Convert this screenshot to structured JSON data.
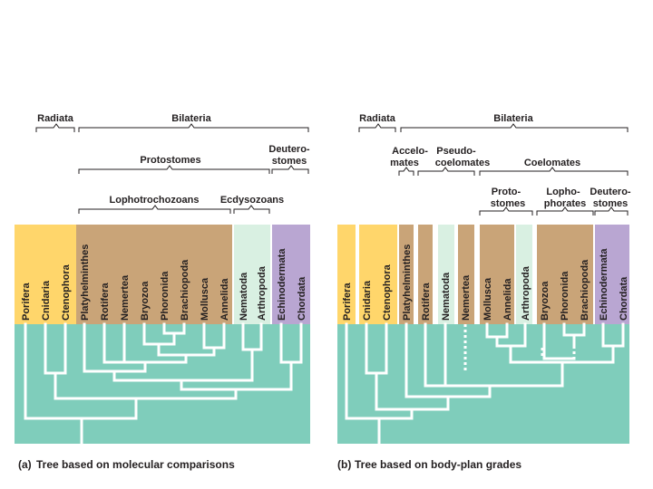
{
  "colors": {
    "background": "#ffffff",
    "tree_fill": "#7fcdbb",
    "branch": "#ffffff",
    "bracket": "#231f20",
    "text": "#231f20",
    "radiata_yellow": "#ffd66b",
    "lophotrochozoan_tan": "#c9a478",
    "ecdysozoan_mint": "#d9f0e2",
    "deuterostome_lavender": "#b9a6d2"
  },
  "panels": [
    {
      "caption_letter": "(a)",
      "caption_text": "Tree based on molecular comparisons",
      "headers": {
        "radiata": "Radiata",
        "bilateria": "Bilateria",
        "protostomes": "Protostomes",
        "deuterostomes": [
          "Deutero-",
          "stomes"
        ],
        "lophotrochozoans": "Lophotrochozoans",
        "ecdysozoans": "Ecdysozoans"
      },
      "taxa": [
        "Porifera",
        "Cnidaria",
        "Ctenophora",
        "Platyhelminthes",
        "Rotifera",
        "Nemertea",
        "Bryozoa",
        "Phoronida",
        "Brachiopoda",
        "Mollusca",
        "Annelida",
        "Nematoda",
        "Arthropoda",
        "Echinodermata",
        "Chordata"
      ]
    },
    {
      "caption_letter": "(b)",
      "caption_text": "Tree based on body-plan grades",
      "headers": {
        "radiata": "Radiata",
        "bilateria": "Bilateria",
        "acoelomates": [
          "Accelo-",
          "mates"
        ],
        "pseudocoelomates": [
          "Pseudo-",
          "coelomates"
        ],
        "coelomates": "Coelomates",
        "protostomes": [
          "Proto-",
          "stomes"
        ],
        "lophophorates": [
          "Lopho-",
          "phorates"
        ],
        "deuterostomes": [
          "Deutero-",
          "stomes"
        ]
      },
      "taxa": [
        "Porifera",
        "Cnidaria",
        "Ctenophora",
        "Platyhelminthes",
        "Rotifera",
        "Nematoda",
        "Nemertea",
        "Mollusca",
        "Annelida",
        "Arthropoda",
        "Bryozoa",
        "Phoronida",
        "Brachiopoda",
        "Echinodermata",
        "Chordata"
      ]
    }
  ]
}
